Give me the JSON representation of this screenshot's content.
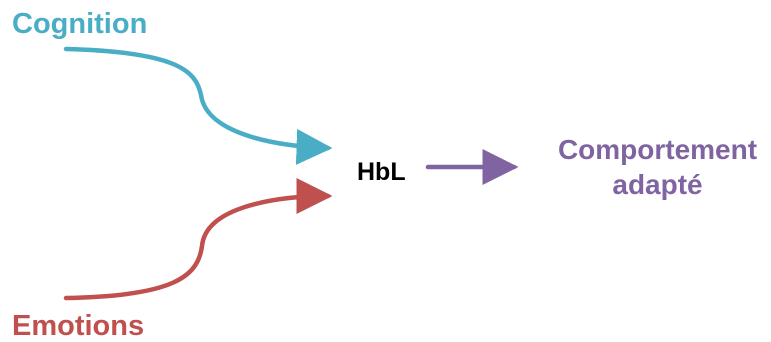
{
  "nodes": {
    "cognition": {
      "label": "Cognition",
      "color": "#4aadc6"
    },
    "emotions": {
      "label": "Emotions",
      "color": "#c0504d"
    },
    "hbl": {
      "label": "HbL",
      "color": "#000000"
    },
    "outcome": {
      "line1": "Comportement",
      "line2": "adapté",
      "color": "#8064a2"
    }
  },
  "edges": [
    {
      "from": "cognition",
      "to": "hbl",
      "color": "#4aadc6"
    },
    {
      "from": "emotions",
      "to": "hbl",
      "color": "#c0504d"
    },
    {
      "from": "hbl",
      "to": "outcome",
      "color": "#8064a2"
    }
  ]
}
